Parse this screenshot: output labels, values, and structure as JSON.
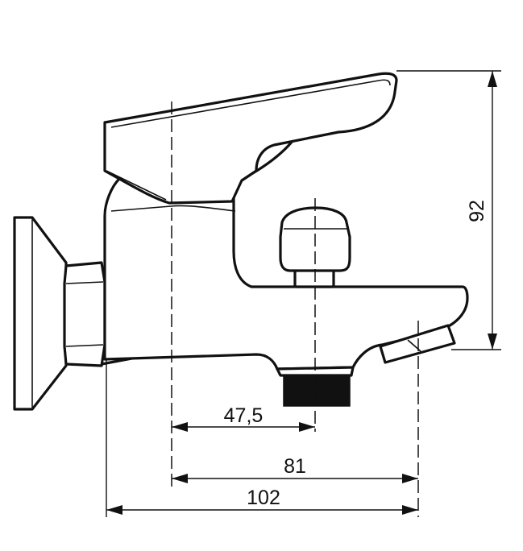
{
  "diagram": {
    "dimensions": {
      "height": "92",
      "offset_to_outlet": "47,5",
      "offset_to_spout": "81",
      "overall_length": "102"
    }
  }
}
